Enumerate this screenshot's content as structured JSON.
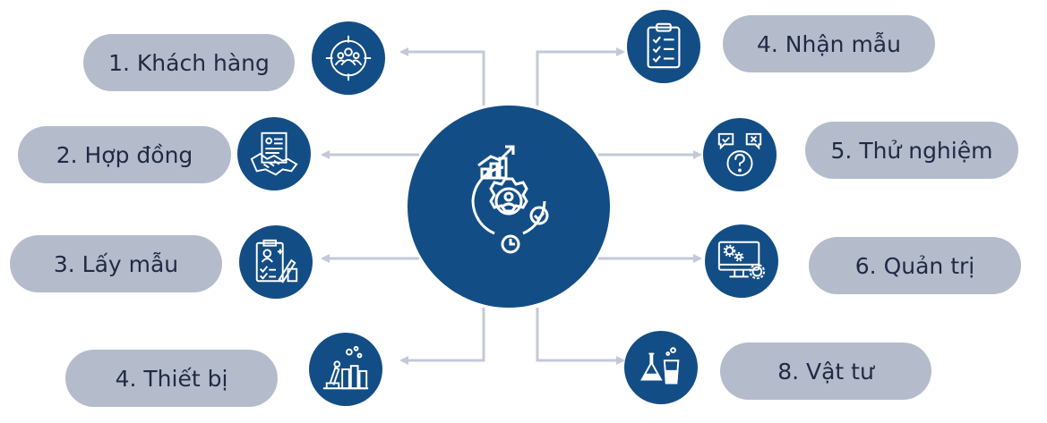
{
  "colors": {
    "navy": "#134d85",
    "pill": "#b4bccc",
    "pill_text": "#1f2a44",
    "connector": "#c5c8d8"
  },
  "center": {
    "icon": "process-gear-cycle-icon"
  },
  "nodes": [
    {
      "label": "1. Khách hàng",
      "icon": "customer-group-target-icon"
    },
    {
      "label": "2. Hợp đồng",
      "icon": "contract-handshake-icon"
    },
    {
      "label": "3. Lấy mẫu",
      "icon": "sampling-clipboard-icon"
    },
    {
      "label": "4. Thiết bị",
      "icon": "lab-equipment-microscope-icon"
    },
    {
      "label": "4. Nhận mẫu",
      "icon": "checklist-clipboard-icon"
    },
    {
      "label": "5. Thử nghiệm",
      "icon": "testing-question-icon"
    },
    {
      "label": "6. Quản trị",
      "icon": "monitor-gears-icon"
    },
    {
      "label": "8. Vật tư",
      "icon": "lab-flasks-icon"
    }
  ]
}
